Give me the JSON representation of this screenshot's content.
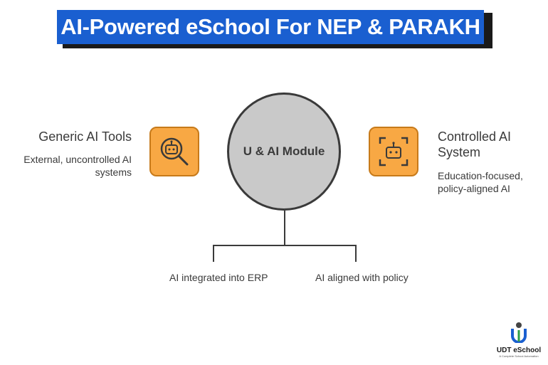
{
  "banner": {
    "title": "AI-Powered eSchool For NEP & PARAKH"
  },
  "center": {
    "label": "U & AI Module"
  },
  "left": {
    "title": "Generic AI Tools",
    "description": "External, uncontrolled AI systems",
    "icon": "robot-magnifier-icon"
  },
  "right": {
    "title": "Controlled AI System",
    "description": "Education-focused, policy-aligned AI",
    "icon": "robot-focus-frame-icon"
  },
  "branches": [
    {
      "label": "AI integrated into ERP"
    },
    {
      "label": "AI aligned with policy"
    }
  ],
  "logo": {
    "name": "UDT eSchool",
    "tagline": "A Complete School Automation"
  },
  "colors": {
    "banner": "#1a5fd0",
    "icon_fill": "#f8a844",
    "circle": "#c9c9c9"
  }
}
